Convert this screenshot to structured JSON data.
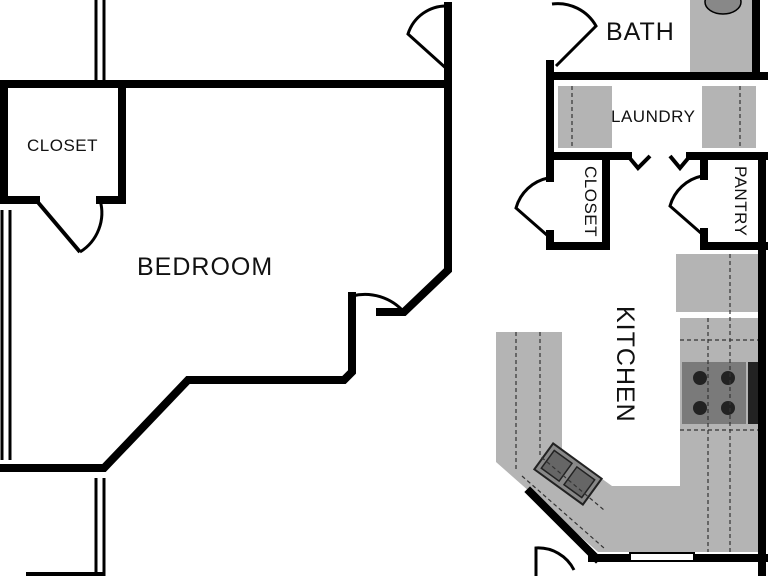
{
  "rooms": {
    "bath": "BATH",
    "laundry": "LAUNDRY",
    "closet_left": "CLOSET",
    "closet_mid": "CLOSET",
    "pantry": "PANTRY",
    "bedroom": "BEDROOM",
    "kitchen": "KITCHEN"
  },
  "colors": {
    "wall": "#000000",
    "fixture": "#b4b4b4",
    "appliance": "#808080"
  }
}
